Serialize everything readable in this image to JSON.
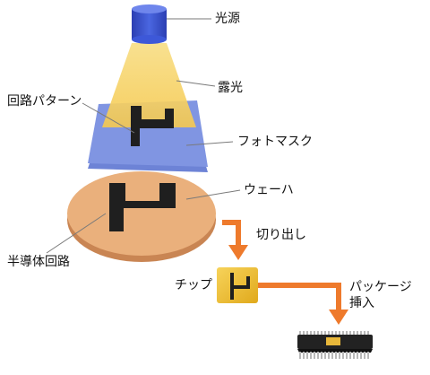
{
  "labels": {
    "light_source": "光源",
    "exposure": "露光",
    "circuit_pattern": "回路パターン",
    "photomask": "フォトマスク",
    "wafer": "ウェーハ",
    "dicing": "切り出し",
    "semiconductor_circuit": "半導体回路",
    "chip": "チップ",
    "package_insertion_line1": "パッケージ",
    "package_insertion_line2": "挿入"
  },
  "colors": {
    "light_source": "#3a52cf",
    "exposure_light": "#f7d879",
    "photomask": "#8095e2",
    "wafer": "#eab07c",
    "pattern": "#1f1f1f",
    "chip": "#f2c233",
    "arrow": "#ee7a2c",
    "package_body": "#222222",
    "package_mark": "#e8b73a"
  }
}
